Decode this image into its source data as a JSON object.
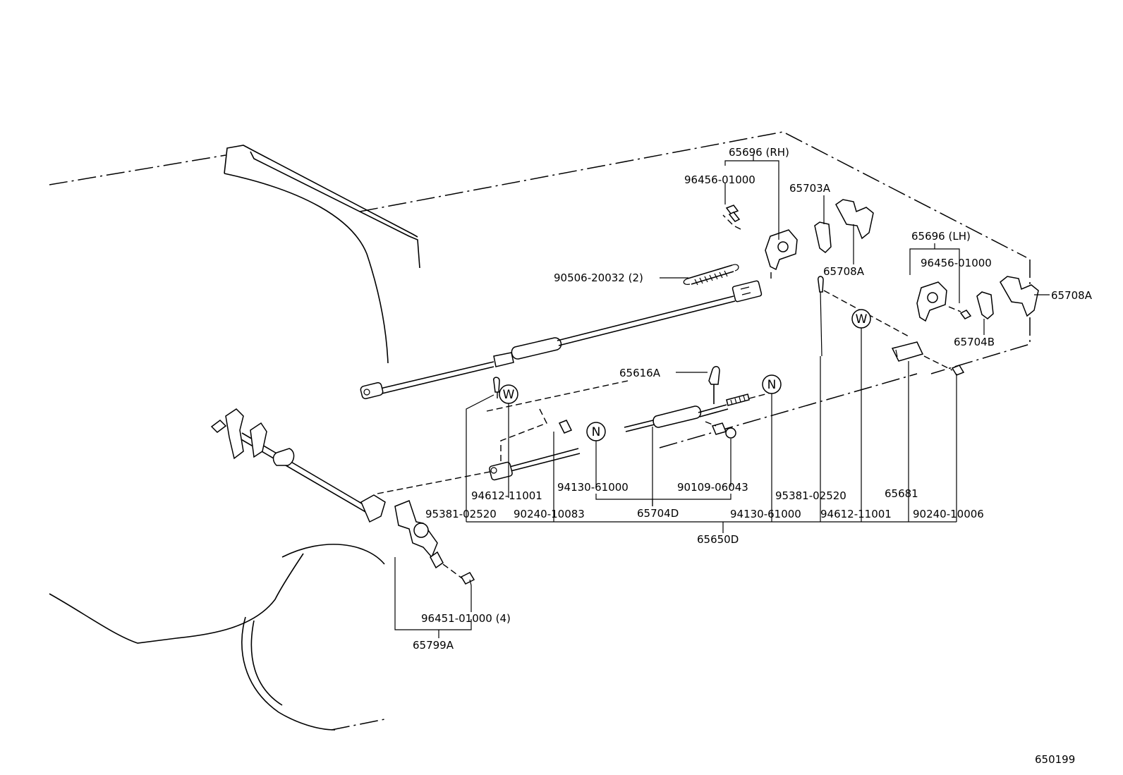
{
  "diagram_id": "650199",
  "labels": {
    "p65696_rh": "65696 (RH)",
    "p96456_rh": "96456-01000",
    "p65703A": "65703A",
    "p65708A_rh": "65708A",
    "p65696_lh": "65696 (LH)",
    "p96456_lh": "96456-01000",
    "p65708A_lh": "65708A",
    "p65704B": "65704B",
    "p90506": "90506-20032 (2)",
    "p65616A": "65616A",
    "p94612_a": "94612-11001",
    "p95381_a": "95381-02520",
    "p90240_a": "90240-10083",
    "p94130_a": "94130-61000",
    "p65704D": "65704D",
    "p90109": "90109-06043",
    "p65650D": "65650D",
    "p94130_b": "94130-61000",
    "p95381_b": "95381-02520",
    "p94612_b": "94612-11001",
    "p65681": "65681",
    "p90240_b": "90240-10006",
    "p96451": "96451-01000 (4)",
    "p65799A": "65799A",
    "marker_w": "W",
    "marker_n": "N"
  }
}
